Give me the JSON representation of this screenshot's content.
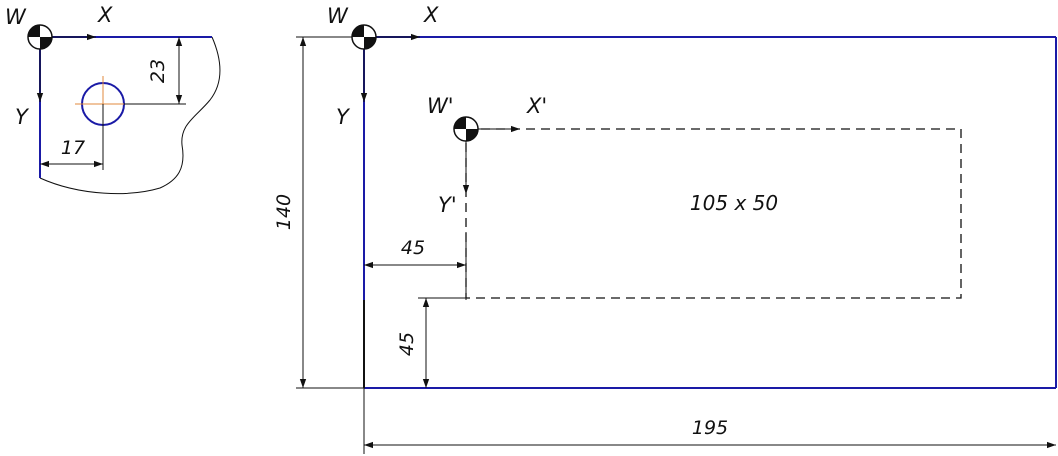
{
  "detail_view": {
    "w_label": "W",
    "x_label": "X",
    "y_label": "Y",
    "dim_vertical": "23",
    "dim_horizontal": "17"
  },
  "main_view": {
    "w_label": "W",
    "x_label": "X",
    "y_label": "Y",
    "w_prime_label": "W'",
    "x_prime_label": "X'",
    "y_prime_label": "Y'",
    "pocket_label": "105 x 50",
    "dim_height": "140",
    "dim_width": "195",
    "dim_offset_x": "45",
    "dim_offset_y": "45"
  },
  "colors": {
    "outline_blue": "#1a1aa6",
    "line_black": "#111111",
    "center_mark": "#e08a3c"
  }
}
